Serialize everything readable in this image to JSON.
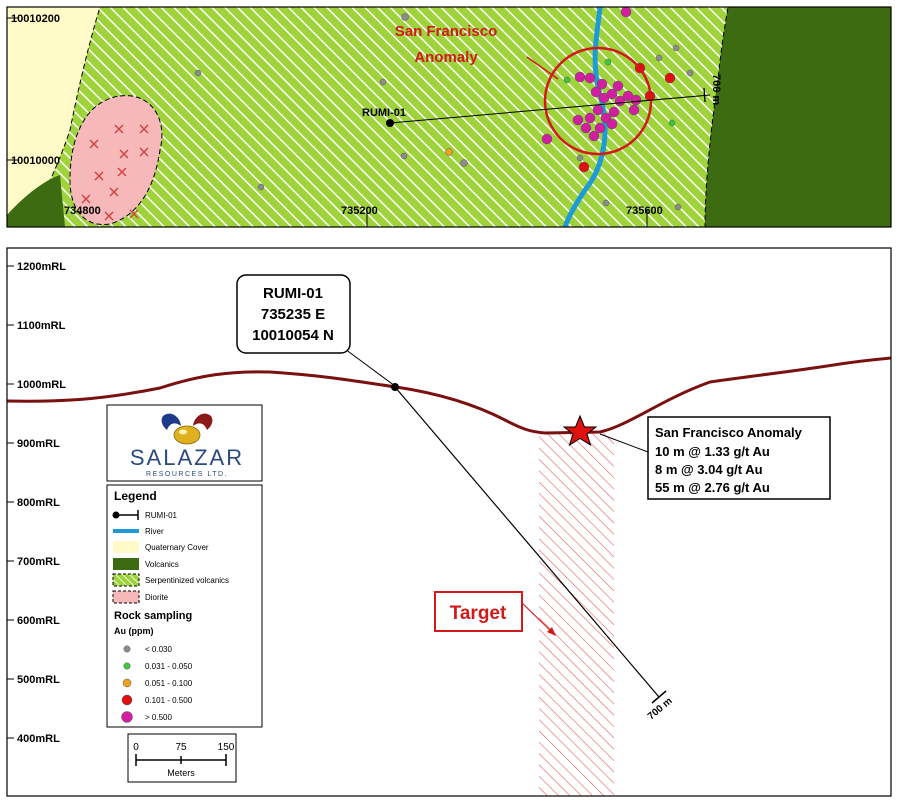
{
  "plan": {
    "coords": {
      "n_top": "10010200",
      "n_bottom": "10010000",
      "e1": "734800",
      "e2": "735200",
      "e3": "735600"
    },
    "anomaly_label_line1": "San Francisco",
    "anomaly_label_line2": "Anomaly",
    "hole_label": "RUMI-01",
    "hole_length": "700 m"
  },
  "section": {
    "elevations": [
      "1200mRL",
      "1100mRL",
      "1000mRL",
      "900mRL",
      "800mRL",
      "700mRL",
      "600mRL",
      "500mRL",
      "400mRL"
    ],
    "callout_hole": {
      "line1": "RUMI-01",
      "line2": "735235 E",
      "line3": "10010054 N"
    },
    "callout_anomaly": {
      "title": "San Francisco Anomaly",
      "line1": "10 m @ 1.33 g/t Au",
      "line2": "8 m @ 3.04 g/t Au",
      "line3": "55 m @ 2.76 g/t Au"
    },
    "target_label": "Target",
    "hole_length": "700 m"
  },
  "logo": {
    "name": "SALAZAR",
    "sub": "RESOURCES LTD."
  },
  "legend": {
    "title": "Legend",
    "items": [
      {
        "label": "RUMI-01",
        "symbol": "drillhole"
      },
      {
        "label": "River",
        "symbol": "river-line",
        "color": "#1e9bd7"
      },
      {
        "label": "Quaternary Cover",
        "symbol": "fill",
        "color": "#fffac8"
      },
      {
        "label": "Volcanics",
        "symbol": "fill",
        "color": "#3d6b12"
      },
      {
        "label": "Serpentinized volcanics",
        "symbol": "hatch-green",
        "color": "#9fd33b"
      },
      {
        "label": "Diorite",
        "symbol": "hatch-pink",
        "color": "#f6b8b8"
      }
    ],
    "rock_title": "Rock sampling",
    "rock_subtitle": "Au (ppm)",
    "au_classes": [
      {
        "label": "< 0.030",
        "color": "#8c8c8c"
      },
      {
        "label": "0.031 - 0.050",
        "color": "#3cc83c"
      },
      {
        "label": "0.051 - 0.100",
        "color": "#f0a020"
      },
      {
        "label": "0.101 - 0.500",
        "color": "#e01010"
      },
      {
        "label": "> 0.500",
        "color": "#d21ea0"
      }
    ]
  },
  "scale": {
    "ticks": [
      "0",
      "75",
      "150"
    ],
    "unit": "Meters"
  }
}
